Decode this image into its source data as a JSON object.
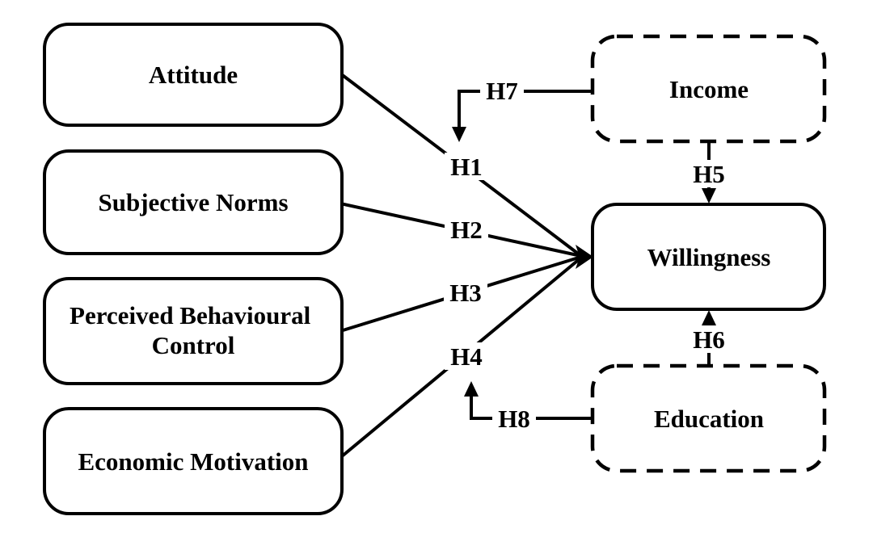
{
  "figure": {
    "type": "hypothesis-path-model-diagram",
    "colors": {
      "stroke": "#000000",
      "background": "#ffffff",
      "text": "#000000"
    }
  },
  "nodes": {
    "attitude": {
      "label": "Attitude",
      "border": "solid"
    },
    "subjective_norms": {
      "label": "Subjective Norms",
      "border": "solid"
    },
    "perceived_behavioural_control": {
      "label": "Perceived Behavioural Control",
      "line1": "Perceived Behavioural",
      "line2": "Control",
      "border": "solid"
    },
    "economic_motivation": {
      "label": "Economic Motivation",
      "border": "solid"
    },
    "income": {
      "label": "Income",
      "border": "dashed"
    },
    "willingness": {
      "label": "Willingness",
      "border": "solid"
    },
    "education": {
      "label": "Education",
      "border": "dashed"
    }
  },
  "edges": [
    {
      "label": "H1",
      "from": "Attitude",
      "to": "Willingness",
      "type": "direct-arrow"
    },
    {
      "label": "H2",
      "from": "Subjective Norms",
      "to": "Willingness",
      "type": "direct-arrow"
    },
    {
      "label": "H3",
      "from": "Perceived Behavioural Control",
      "to": "Willingness",
      "type": "direct-arrow"
    },
    {
      "label": "H4",
      "from": "Economic Motivation",
      "to": "Willingness",
      "type": "direct-arrow"
    },
    {
      "label": "H5",
      "from": "Income",
      "to": "Willingness",
      "type": "direct-arrow"
    },
    {
      "label": "H6",
      "from": "Education",
      "to": "Willingness",
      "type": "direct-arrow"
    },
    {
      "label": "H7",
      "from": "Income",
      "to": "H1 path",
      "type": "moderation-arrow"
    },
    {
      "label": "H8",
      "from": "Education",
      "to": "H4 path",
      "type": "moderation-arrow"
    }
  ]
}
